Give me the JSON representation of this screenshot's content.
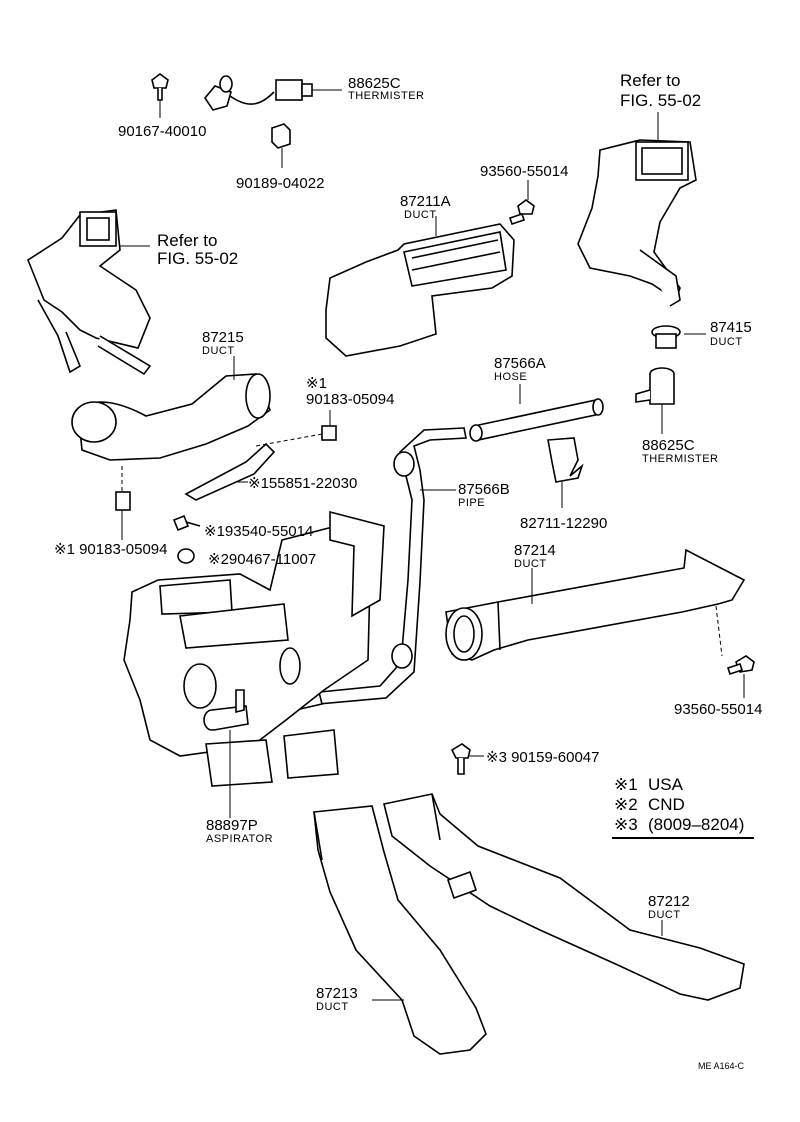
{
  "parts": {
    "bolt_top": {
      "number": "90167-40010"
    },
    "thermister_top": {
      "number": "88625C",
      "name": "THERMISTER"
    },
    "clip_top": {
      "number": "90189-04022"
    },
    "duct_87211a": {
      "number": "87211A",
      "name": "DUCT"
    },
    "bolt_93560_top": {
      "number": "93560-55014"
    },
    "duct_87215": {
      "number": "87215",
      "name": "DUCT"
    },
    "nut_usa_upper": {
      "mark": "※1",
      "number": "90183-05094"
    },
    "bracket": {
      "number": "※155851-22030"
    },
    "nut_usa_lower": {
      "number": "※1 90183-05094"
    },
    "screw_usa": {
      "number": "※193540-55014"
    },
    "grommet_cnd": {
      "number": "※290467-11007"
    },
    "hose": {
      "number": "87566A",
      "name": "HOSE"
    },
    "pipe": {
      "number": "87566B",
      "name": "PIPE"
    },
    "clamp": {
      "number": "82711-12290"
    },
    "cap_87415": {
      "number": "87415",
      "name": "DUCT"
    },
    "thermister_right": {
      "number": "88625C",
      "name": "THERMISTER"
    },
    "duct_87214": {
      "number": "87214",
      "name": "DUCT"
    },
    "bolt_93560_right": {
      "number": "93560-55014"
    },
    "aspirator": {
      "number": "88897P",
      "name": "ASPIRATOR"
    },
    "screw_90159": {
      "number": "※3 90159-60047"
    },
    "duct_87212": {
      "number": "87212",
      "name": "DUCT"
    },
    "duct_87213": {
      "number": "87213",
      "name": "DUCT"
    }
  },
  "refs": {
    "left": {
      "line1": "Refer to",
      "line2": "FIG. 55-02"
    },
    "right": {
      "line1": "Refer to",
      "line2": "FIG. 55-02"
    }
  },
  "legend": [
    {
      "mark": "※1",
      "text": "USA"
    },
    {
      "mark": "※2",
      "text": "CND"
    },
    {
      "mark": "※3",
      "text": "(8009–8204)"
    }
  ],
  "figure_code": "ME  A164-C"
}
